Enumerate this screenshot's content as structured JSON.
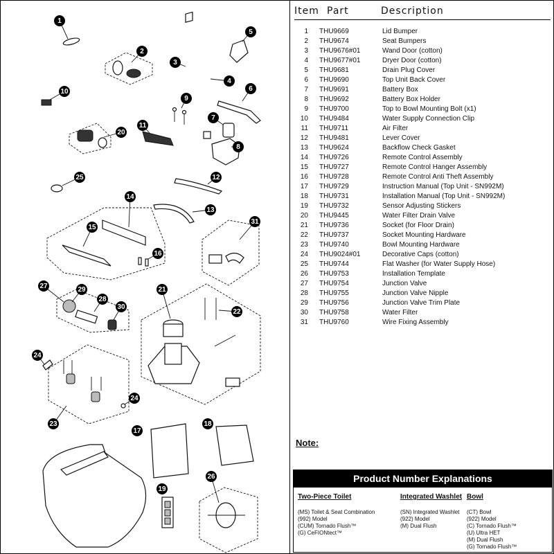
{
  "table": {
    "header": {
      "item": "Item",
      "part": "Part",
      "description": "Description"
    },
    "rows": [
      {
        "item": "1",
        "part": "THU9669",
        "description": "Lid Bumper"
      },
      {
        "item": "2",
        "part": "THU9674",
        "description": "Seat Bumpers"
      },
      {
        "item": "3",
        "part": "THU9676#01",
        "description": "Wand Door (cotton)"
      },
      {
        "item": "4",
        "part": "THU9677#01",
        "description": "Dryer Door (cotton)"
      },
      {
        "item": "5",
        "part": "THU9681",
        "description": "Drain Plug Cover"
      },
      {
        "item": "6",
        "part": "THU9690",
        "description": "Top Unit Back Cover"
      },
      {
        "item": "7",
        "part": "THU9691",
        "description": "Battery Box"
      },
      {
        "item": "8",
        "part": "THU9692",
        "description": "Battery Box Holder"
      },
      {
        "item": "9",
        "part": "THU9700",
        "description": "Top to Bowl Mounting Bolt (x1)"
      },
      {
        "item": "10",
        "part": "THU9484",
        "description": "Water Supply Connection Clip"
      },
      {
        "item": "11",
        "part": "THU9711",
        "description": "Air Filter"
      },
      {
        "item": "12",
        "part": "THU9481",
        "description": "Lever Cover"
      },
      {
        "item": "13",
        "part": "THU9624",
        "description": "Backflow Check Gasket"
      },
      {
        "item": "14",
        "part": "THU9726",
        "description": "Remote Control Assembly"
      },
      {
        "item": "15",
        "part": "THU9727",
        "description": "Remote Control Hanger Assembly"
      },
      {
        "item": "16",
        "part": "THU9728",
        "description": "Remote Control Anti Theft Assembly"
      },
      {
        "item": "17",
        "part": "THU9729",
        "description": "Instruction Manual (Top Unit - SN992M)"
      },
      {
        "item": "18",
        "part": "THU9731",
        "description": "Installation Manual (Top Unit - SN992M)"
      },
      {
        "item": "19",
        "part": "THU9732",
        "description": "Sensor Adjusting Stickers"
      },
      {
        "item": "20",
        "part": "THU9445",
        "description": "Water Filter Drain Valve"
      },
      {
        "item": "21",
        "part": "THU9736",
        "description": "Socket (for Floor Drain)"
      },
      {
        "item": "22",
        "part": "THU9737",
        "description": "Socket Mounting Hardware"
      },
      {
        "item": "23",
        "part": "THU9740",
        "description": "Bowl Mounting Hardware"
      },
      {
        "item": "24",
        "part": "THU9024#01",
        "description": "Decorative Caps (cotton)"
      },
      {
        "item": "25",
        "part": "THU9744",
        "description": "Flat Washer (for Water Supply Hose)"
      },
      {
        "item": "26",
        "part": "THU9753",
        "description": "Installation Template"
      },
      {
        "item": "27",
        "part": "THU9754",
        "description": "Junction Valve"
      },
      {
        "item": "28",
        "part": "THU9755",
        "description": "Junction Valve Nipple"
      },
      {
        "item": "29",
        "part": "THU9756",
        "description": "Junction Valve Trim Plate"
      },
      {
        "item": "30",
        "part": "THU9758",
        "description": "Water Filter"
      },
      {
        "item": "31",
        "part": "THU9760",
        "description": "Wire Fixing Assembly"
      }
    ]
  },
  "note_label": "Note:",
  "explanations": {
    "title": "Product Number Explanations",
    "col1": {
      "heading": "Two-Piece Toilet",
      "lines": [
        "(MS) Toilet & Seat Combination",
        "(992) Model",
        "(CUM) Tornado Flush™",
        "(G) CeFIONtect™"
      ]
    },
    "col2": {
      "heading": "Integrated Washlet",
      "lines": [
        "(SN) Integrated Washlet",
        "(922) Model",
        "(M) Dual Flush"
      ]
    },
    "col3": {
      "heading": "Bowl",
      "lines": [
        "(CT) Bowl",
        "(922) Model",
        "(C) Tornado Flush™",
        "(U) Ultra HET",
        "(M) Dual Flush",
        "(G) Tornado Flush™"
      ]
    }
  },
  "callouts": [
    "1",
    "2",
    "3",
    "4",
    "5",
    "6",
    "7",
    "8",
    "9",
    "10",
    "11",
    "12",
    "13",
    "14",
    "15",
    "16",
    "17",
    "18",
    "19",
    "20",
    "21",
    "22",
    "23",
    "24",
    "24",
    "25",
    "26",
    "27",
    "28",
    "29",
    "30",
    "31"
  ],
  "icons": [
    "parts-exploded-diagram"
  ]
}
